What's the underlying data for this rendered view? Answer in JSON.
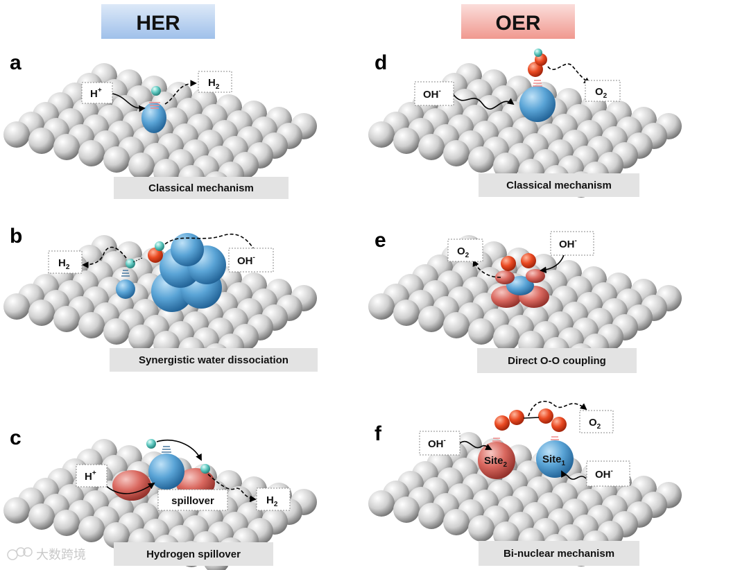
{
  "headers": {
    "her": "HER",
    "oer": "OER"
  },
  "panels": {
    "a": {
      "letter": "a",
      "caption": "Classical mechanism",
      "label_in": "H",
      "label_in_sup": "+",
      "label_out": "H",
      "label_out_sub": "2"
    },
    "b": {
      "letter": "b",
      "caption": "Synergistic water dissociation",
      "label_left": "H",
      "label_left_sub": "2",
      "label_right": "OH",
      "label_right_sup": "-"
    },
    "c": {
      "letter": "c",
      "caption": "Hydrogen spillover",
      "label_in": "H",
      "label_in_sup": "+",
      "label_mid": "spillover",
      "label_out": "H",
      "label_out_sub": "2"
    },
    "d": {
      "letter": "d",
      "caption": "Classical mechanism",
      "label_in": "OH",
      "label_in_sup": "-",
      "label_out": "O",
      "label_out_sub": "2"
    },
    "e": {
      "letter": "e",
      "caption": "Direct O-O coupling",
      "label_out": "O",
      "label_out_sub": "2",
      "label_in": "OH",
      "label_in_sup": "-"
    },
    "f": {
      "letter": "f",
      "caption": "Bi-nuclear mechanism",
      "label_in1": "OH",
      "label_in1_sup": "-",
      "label_in2": "OH",
      "label_in2_sup": "-",
      "label_out": "O",
      "label_out_sub": "2",
      "site2": "Site",
      "site2_sub": "2",
      "site1": "Site",
      "site1_sub": "1"
    }
  },
  "watermark": "大数跨境",
  "colors": {
    "her_header": "#a9c6ec",
    "oer_header": "#f3a29b",
    "blue_atom": "#4f98cf",
    "red_atom": "#d9574f",
    "o_atom": "#e8401c",
    "h_atom": "#5fc9c1",
    "caption_bg": "#e3e3e3"
  }
}
